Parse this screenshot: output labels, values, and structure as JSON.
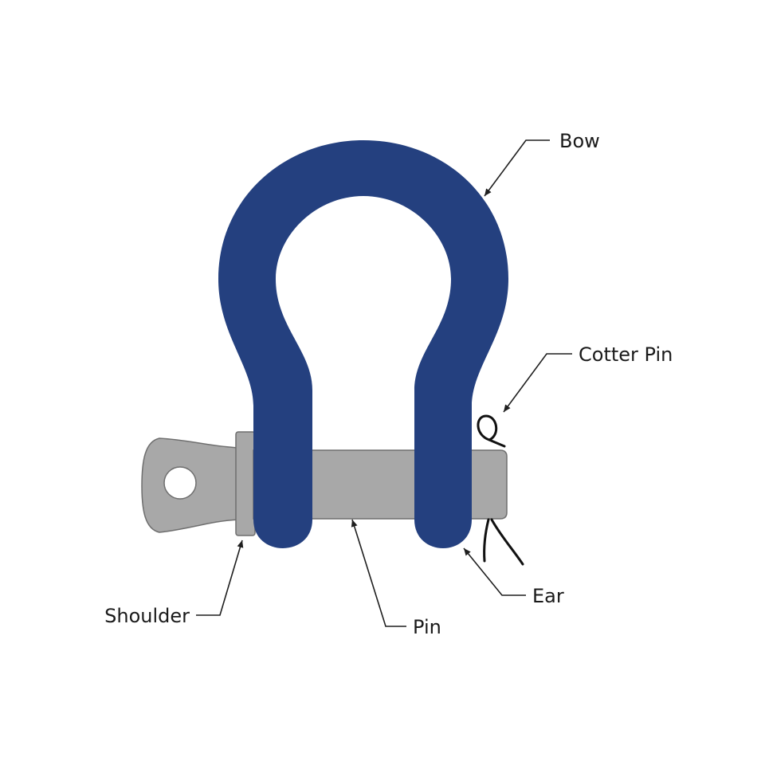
{
  "colors": {
    "bow": "#24407f",
    "pin": "#a8a8a8",
    "pin_outline": "#6e6e6e",
    "cotter": "#111111",
    "background": "#ffffff"
  },
  "labels": {
    "bow": "Bow",
    "cotter_pin": "Cotter Pin",
    "ear": "Ear",
    "pin": "Pin",
    "shoulder": "Shoulder"
  }
}
